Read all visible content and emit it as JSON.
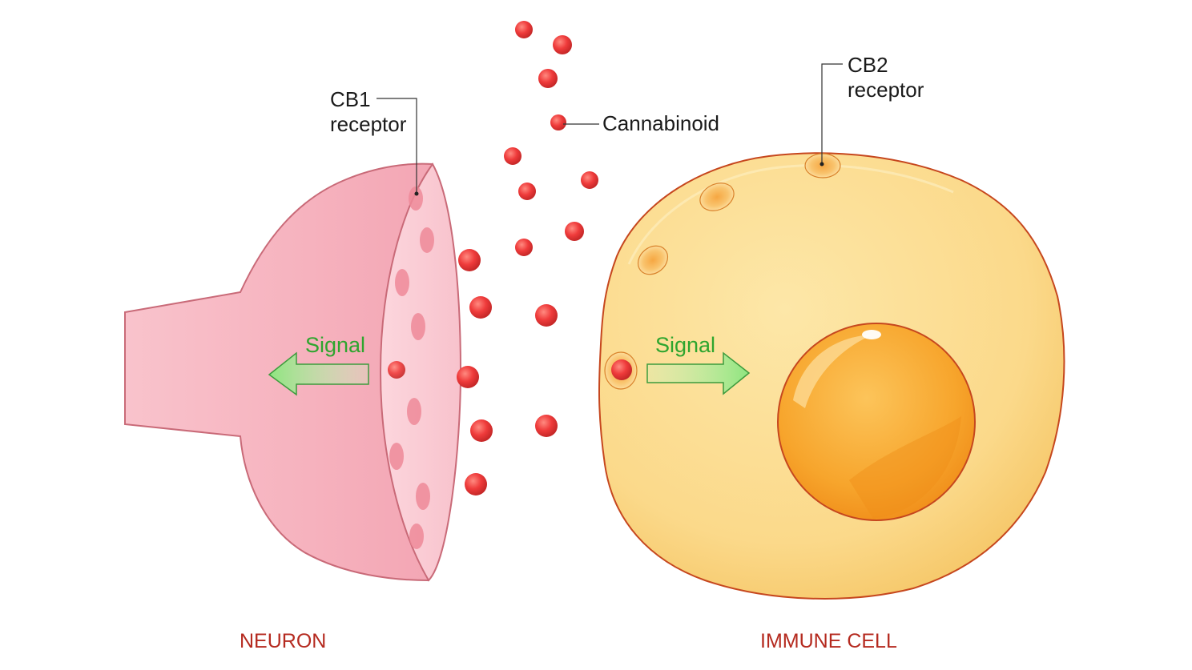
{
  "labels": {
    "cb1_line1": "CB1",
    "cb1_line2": "receptor",
    "cannabinoid": "Cannabinoid",
    "cb2_line1": "CB2",
    "cb2_line2": "receptor",
    "signal_left": "Signal",
    "signal_right": "Signal",
    "neuron": "NEURON",
    "immune_cell": "IMMUNE CELL"
  },
  "colors": {
    "caption": "#b52a1f",
    "signal_text": "#2ea52e",
    "cannabinoid": "#e53935",
    "neuron_fill": "#f7b9c4",
    "immune_fill": "#fbd98a",
    "nucleus_fill": "#f7a52c"
  }
}
